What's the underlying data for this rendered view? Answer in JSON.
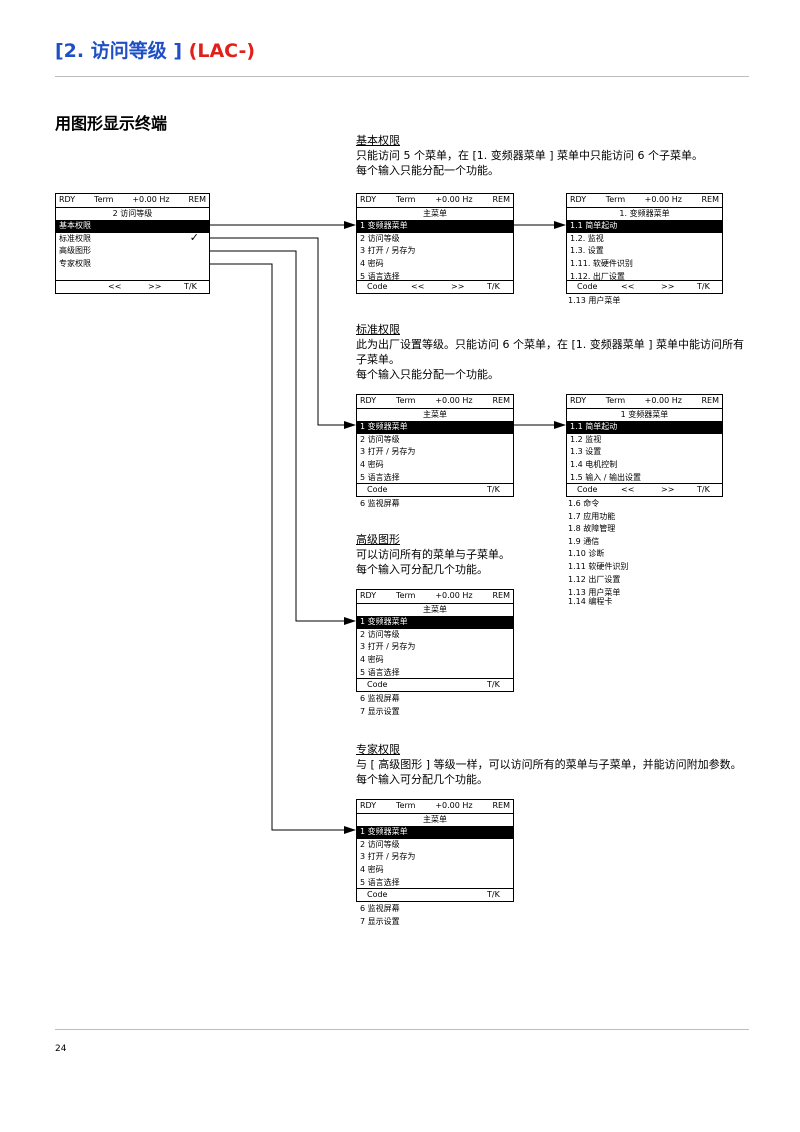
{
  "header": {
    "title_part1": "[2. 访问等级 ]",
    "title_part2": "(LAC-)"
  },
  "section_title": "用图形显示终端",
  "status_bar": {
    "rdy": "RDY",
    "term": "Term",
    "freq": "+0.00 Hz",
    "rem": "REM"
  },
  "footer": {
    "code": "Code",
    "prev": "<<",
    "next": ">>",
    "tk": "T/K"
  },
  "access_menu": {
    "title": "2 访问等级",
    "items": [
      "基本权限",
      "标准权限",
      "高级图形",
      "专家权限"
    ],
    "checkmark": "✓"
  },
  "basic": {
    "heading": "基本权限",
    "desc": [
      "只能访问 5 个菜单，在 [1. 变频器菜单 ] 菜单中只能访问 6 个子菜单。",
      "每个输入只能分配一个功能。"
    ],
    "main_title": "主菜单",
    "main_items": [
      "1 变频器菜单",
      "2 访问等级",
      "3 打开 / 另存为",
      "4 密码",
      "5 语言选择"
    ],
    "sub_title": "1. 变频器菜单",
    "sub_items": [
      "1.1 简单起动",
      "1.2. 监视",
      "1.3. 设置",
      "1.11. 软硬件识别",
      "1.12. 出厂设置"
    ],
    "sub_extra": [
      "1.13 用户菜单"
    ]
  },
  "standard": {
    "heading": "标准权限",
    "desc": [
      "此为出厂设置等级。只能访问 6 个菜单，在 [1. 变频器菜单 ] 菜单中能访问所有",
      "子菜单。",
      "每个输入只能分配一个功能。"
    ],
    "main_title": "主菜单",
    "main_items": [
      "1 变频器菜单",
      "2 访问等级",
      "3 打开 / 另存为",
      "4 密码",
      "5 语言选择"
    ],
    "main_extra": [
      "6 监视屏幕"
    ],
    "sub_title": "1 变频器菜单",
    "sub_items": [
      "1.1 简单起动",
      "1.2 监视",
      "1.3 设置",
      "1.4 电机控制",
      "1.5 输入 / 输出设置"
    ],
    "sub_extra": [
      "1.6 命令",
      "1.7 应用功能",
      "1.8 故障管理",
      "1.9 通信",
      "1.10 诊断",
      "1.11 软硬件识别",
      "1.12 出厂设置",
      "1.13 用户菜单",
      "1.14 编程卡"
    ]
  },
  "advanced": {
    "heading": "高级图形",
    "desc": [
      "可以访问所有的菜单与子菜单。",
      "每个输入可分配几个功能。"
    ],
    "main_title": "主菜单",
    "main_items": [
      "1 变频器菜单",
      "2 访问等级",
      "3 打开 / 另存为",
      "4 密码",
      "5 语言选择"
    ],
    "main_extra": [
      "6 监视屏幕",
      "7 显示设置"
    ]
  },
  "expert": {
    "heading": "专家权限",
    "desc": [
      "与 [ 高级图形 ] 等级一样，可以访问所有的菜单与子菜单，并能访问附加参数。",
      "每个输入可分配几个功能。"
    ],
    "main_title": "主菜单",
    "main_items": [
      "1 变频器菜单",
      "2 访问等级",
      "3 打开 / 另存为",
      "4 密码",
      "5 语言选择"
    ],
    "main_extra": [
      "6 监视屏幕",
      "7 显示设置"
    ]
  },
  "page_number": "24",
  "colors": {
    "title_blue": "#1f4fc4",
    "title_red": "#e0201b",
    "rule_gray": "#bdbdbd"
  }
}
